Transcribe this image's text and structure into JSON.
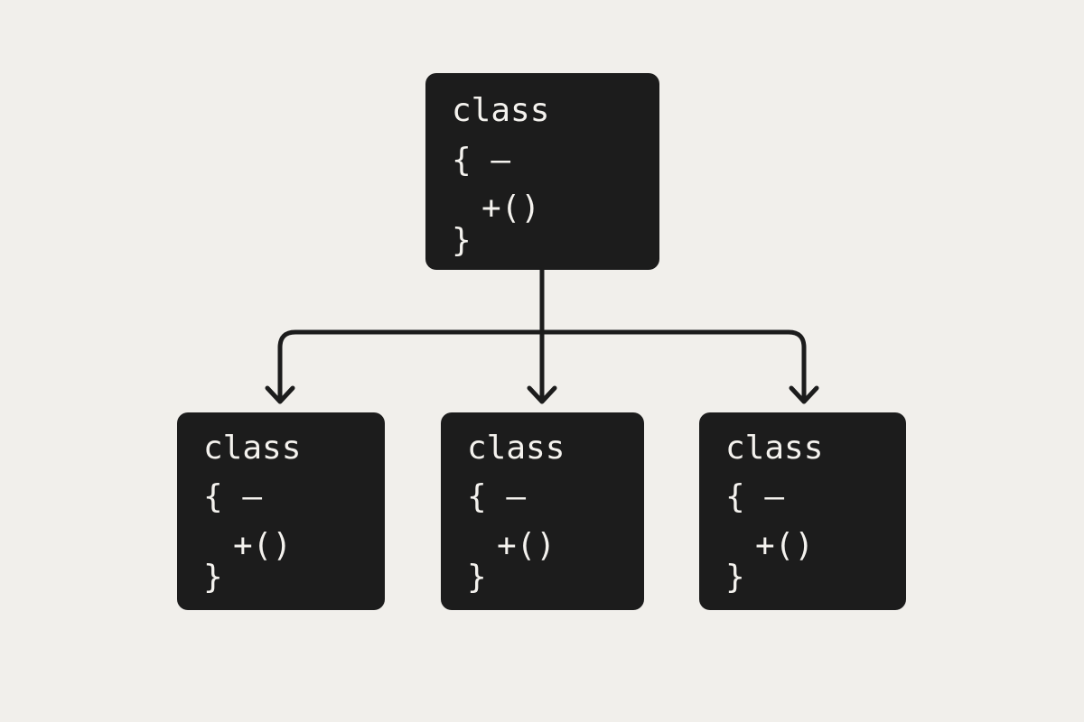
{
  "nodes": [
    {
      "id": "root",
      "line1": "class",
      "line2": "{ –",
      "line3": "+()",
      "line4": "}"
    },
    {
      "id": "child1",
      "line1": "class",
      "line2": "{ –",
      "line3": "+()",
      "line4": "}"
    },
    {
      "id": "child2",
      "line1": "class",
      "line2": "{ –",
      "line3": "+()",
      "line4": "}"
    },
    {
      "id": "child3",
      "line1": "class",
      "line2": "{ –",
      "line3": "+()",
      "line4": "}"
    }
  ],
  "colors": {
    "background": "#f1efeb",
    "node_fill": "#1c1c1c",
    "node_text": "#f4f2ee",
    "connector": "#1c1c1c"
  }
}
